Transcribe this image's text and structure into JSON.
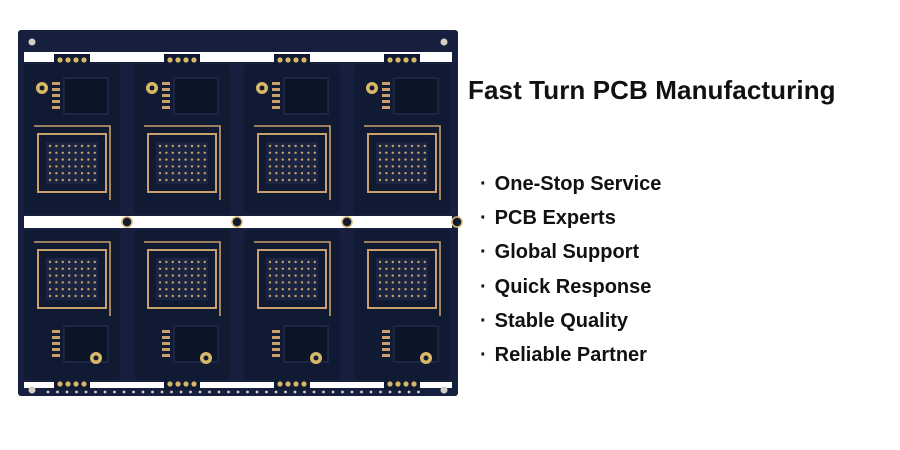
{
  "product_image": {
    "icon": "pcb-panel-image",
    "colors": {
      "solder_mask": "#101a33",
      "rail": "#16203e",
      "copper": "#c9a06b",
      "gold_pad": "#d8b868",
      "via": "#d4d0c8"
    }
  },
  "headline": "Fast Turn PCB Manufacturing",
  "features": [
    {
      "bullet": "·",
      "label": "One-Stop Service"
    },
    {
      "bullet": "·",
      "label": "PCB Experts"
    },
    {
      "bullet": "·",
      "label": "Global Support"
    },
    {
      "bullet": "·",
      "label": "Quick Response"
    },
    {
      "bullet": "·",
      "label": "Stable Quality"
    },
    {
      "bullet": "·",
      "label": "Reliable Partner"
    }
  ]
}
